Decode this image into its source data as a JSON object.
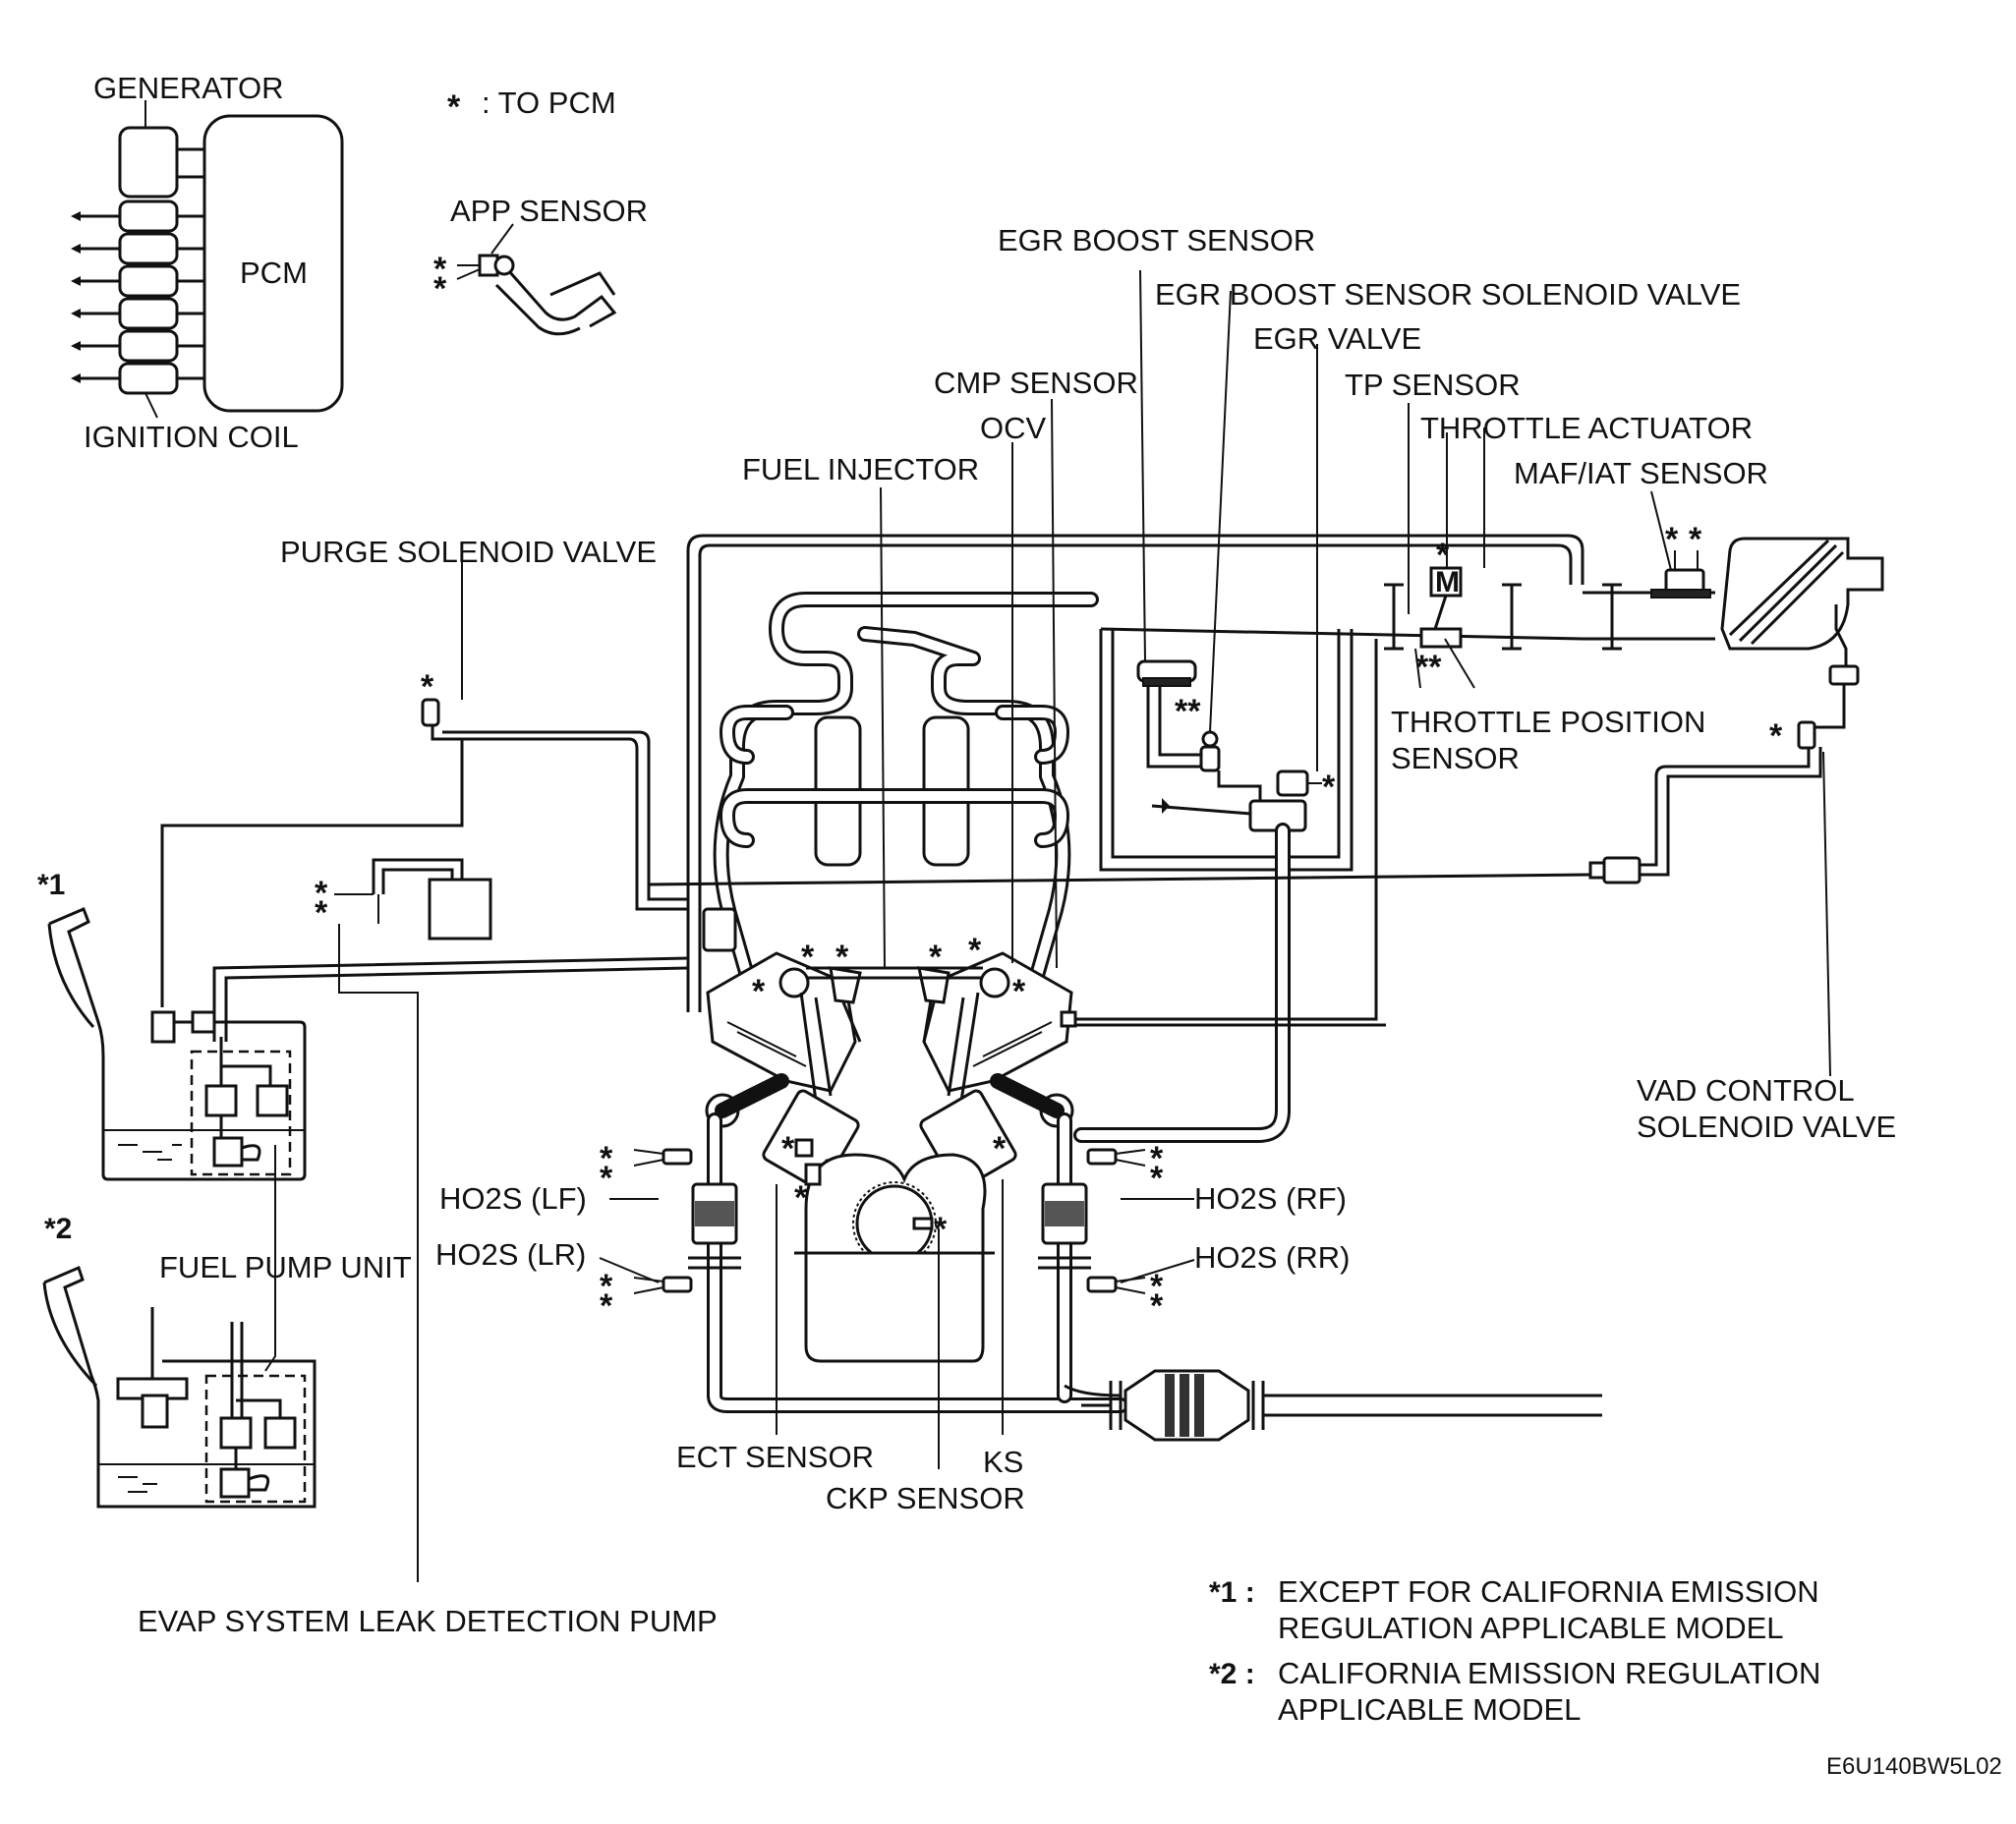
{
  "legend": {
    "asterisk_symbol": "*",
    "asterisk_text": ": TO PCM"
  },
  "labels": {
    "generator": "GENERATOR",
    "pcm": "PCM",
    "ignition_coil": "IGNITION COIL",
    "app_sensor": "APP SENSOR",
    "egr_boost_sensor": "EGR BOOST SENSOR",
    "egr_boost_sensor_solenoid_valve": "EGR BOOST SENSOR SOLENOID VALVE",
    "egr_valve": "EGR VALVE",
    "cmp_sensor": "CMP SENSOR",
    "tp_sensor": "TP SENSOR",
    "ocv": "OCV",
    "throttle_actuator": "THROTTLE ACTUATOR",
    "fuel_injector": "FUEL INJECTOR",
    "maf_iat_sensor": "MAF/IAT SENSOR",
    "purge_solenoid_valve": "PURGE SOLENOID VALVE",
    "throttle_position_sensor_1": "THROTTLE POSITION",
    "throttle_position_sensor_2": "SENSOR",
    "vad_control_1": "VAD CONTROL",
    "vad_control_2": "SOLENOID VALVE",
    "ho2s_lf": "HO2S (LF)",
    "ho2s_lr": "HO2S (LR)",
    "ho2s_rf": "HO2S (RF)",
    "ho2s_rr": "HO2S (RR)",
    "fuel_pump_unit": "FUEL PUMP UNIT",
    "ect_sensor": "ECT SENSOR",
    "ks": "KS",
    "ckp_sensor": "CKP SENSOR",
    "evap_pump": "EVAP SYSTEM LEAK DETECTION PUMP",
    "tank_1_mark": "*1",
    "tank_2_mark": "*2"
  },
  "footnotes": [
    {
      "mark": "*1 :",
      "line1": "EXCEPT FOR CALIFORNIA EMISSION",
      "line2": "REGULATION APPLICABLE MODEL"
    },
    {
      "mark": "*2 :",
      "line1": "CALIFORNIA EMISSION REGULATION",
      "line2": "APPLICABLE MODEL"
    }
  ],
  "figure_code": "E6U140BW5L02"
}
